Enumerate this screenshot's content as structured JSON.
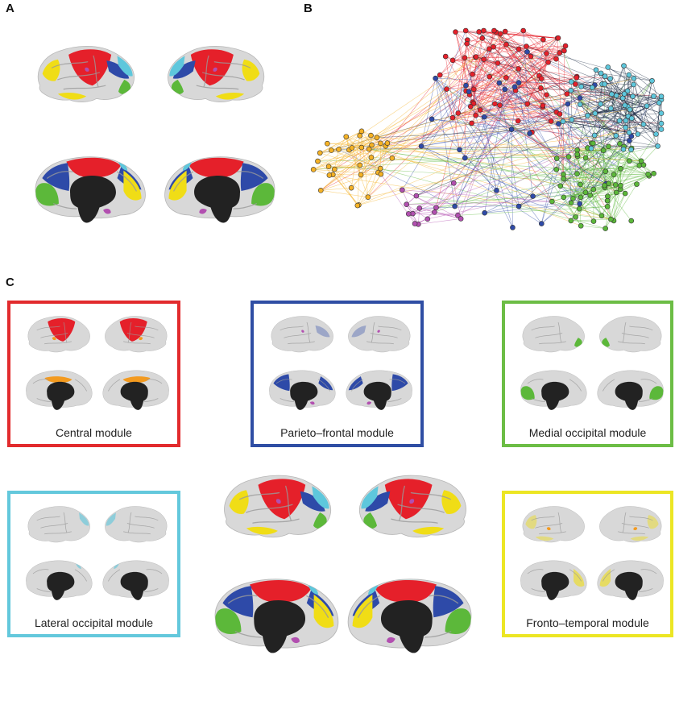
{
  "panels": {
    "a": "A",
    "b": "B",
    "c": "C"
  },
  "colors": {
    "red": "#e5202a",
    "blue": "#2e4aa8",
    "green": "#5cb83a",
    "cyan": "#5ec7dc",
    "yellow": "#f0dd16",
    "orange": "#f39a1f",
    "magenta": "#b24fb0",
    "gray": "#d8d8d8",
    "dark": "#222222"
  },
  "modules": [
    {
      "label": "Central module",
      "color": "#e22b2d"
    },
    {
      "label": "Parieto–frontal module",
      "color": "#2f4ea4"
    },
    {
      "label": "Medial occipital module",
      "color": "#6cbd45"
    },
    {
      "label": "Lateral occipital module",
      "color": "#63c8dc"
    },
    {
      "label": "Fronto–temporal module",
      "color": "#ece624"
    }
  ],
  "network": {
    "module_colors": [
      "#e5202a",
      "#2e4aa8",
      "#5cb83a",
      "#5ec7dc",
      "#f5b225",
      "#b24fb0"
    ]
  }
}
